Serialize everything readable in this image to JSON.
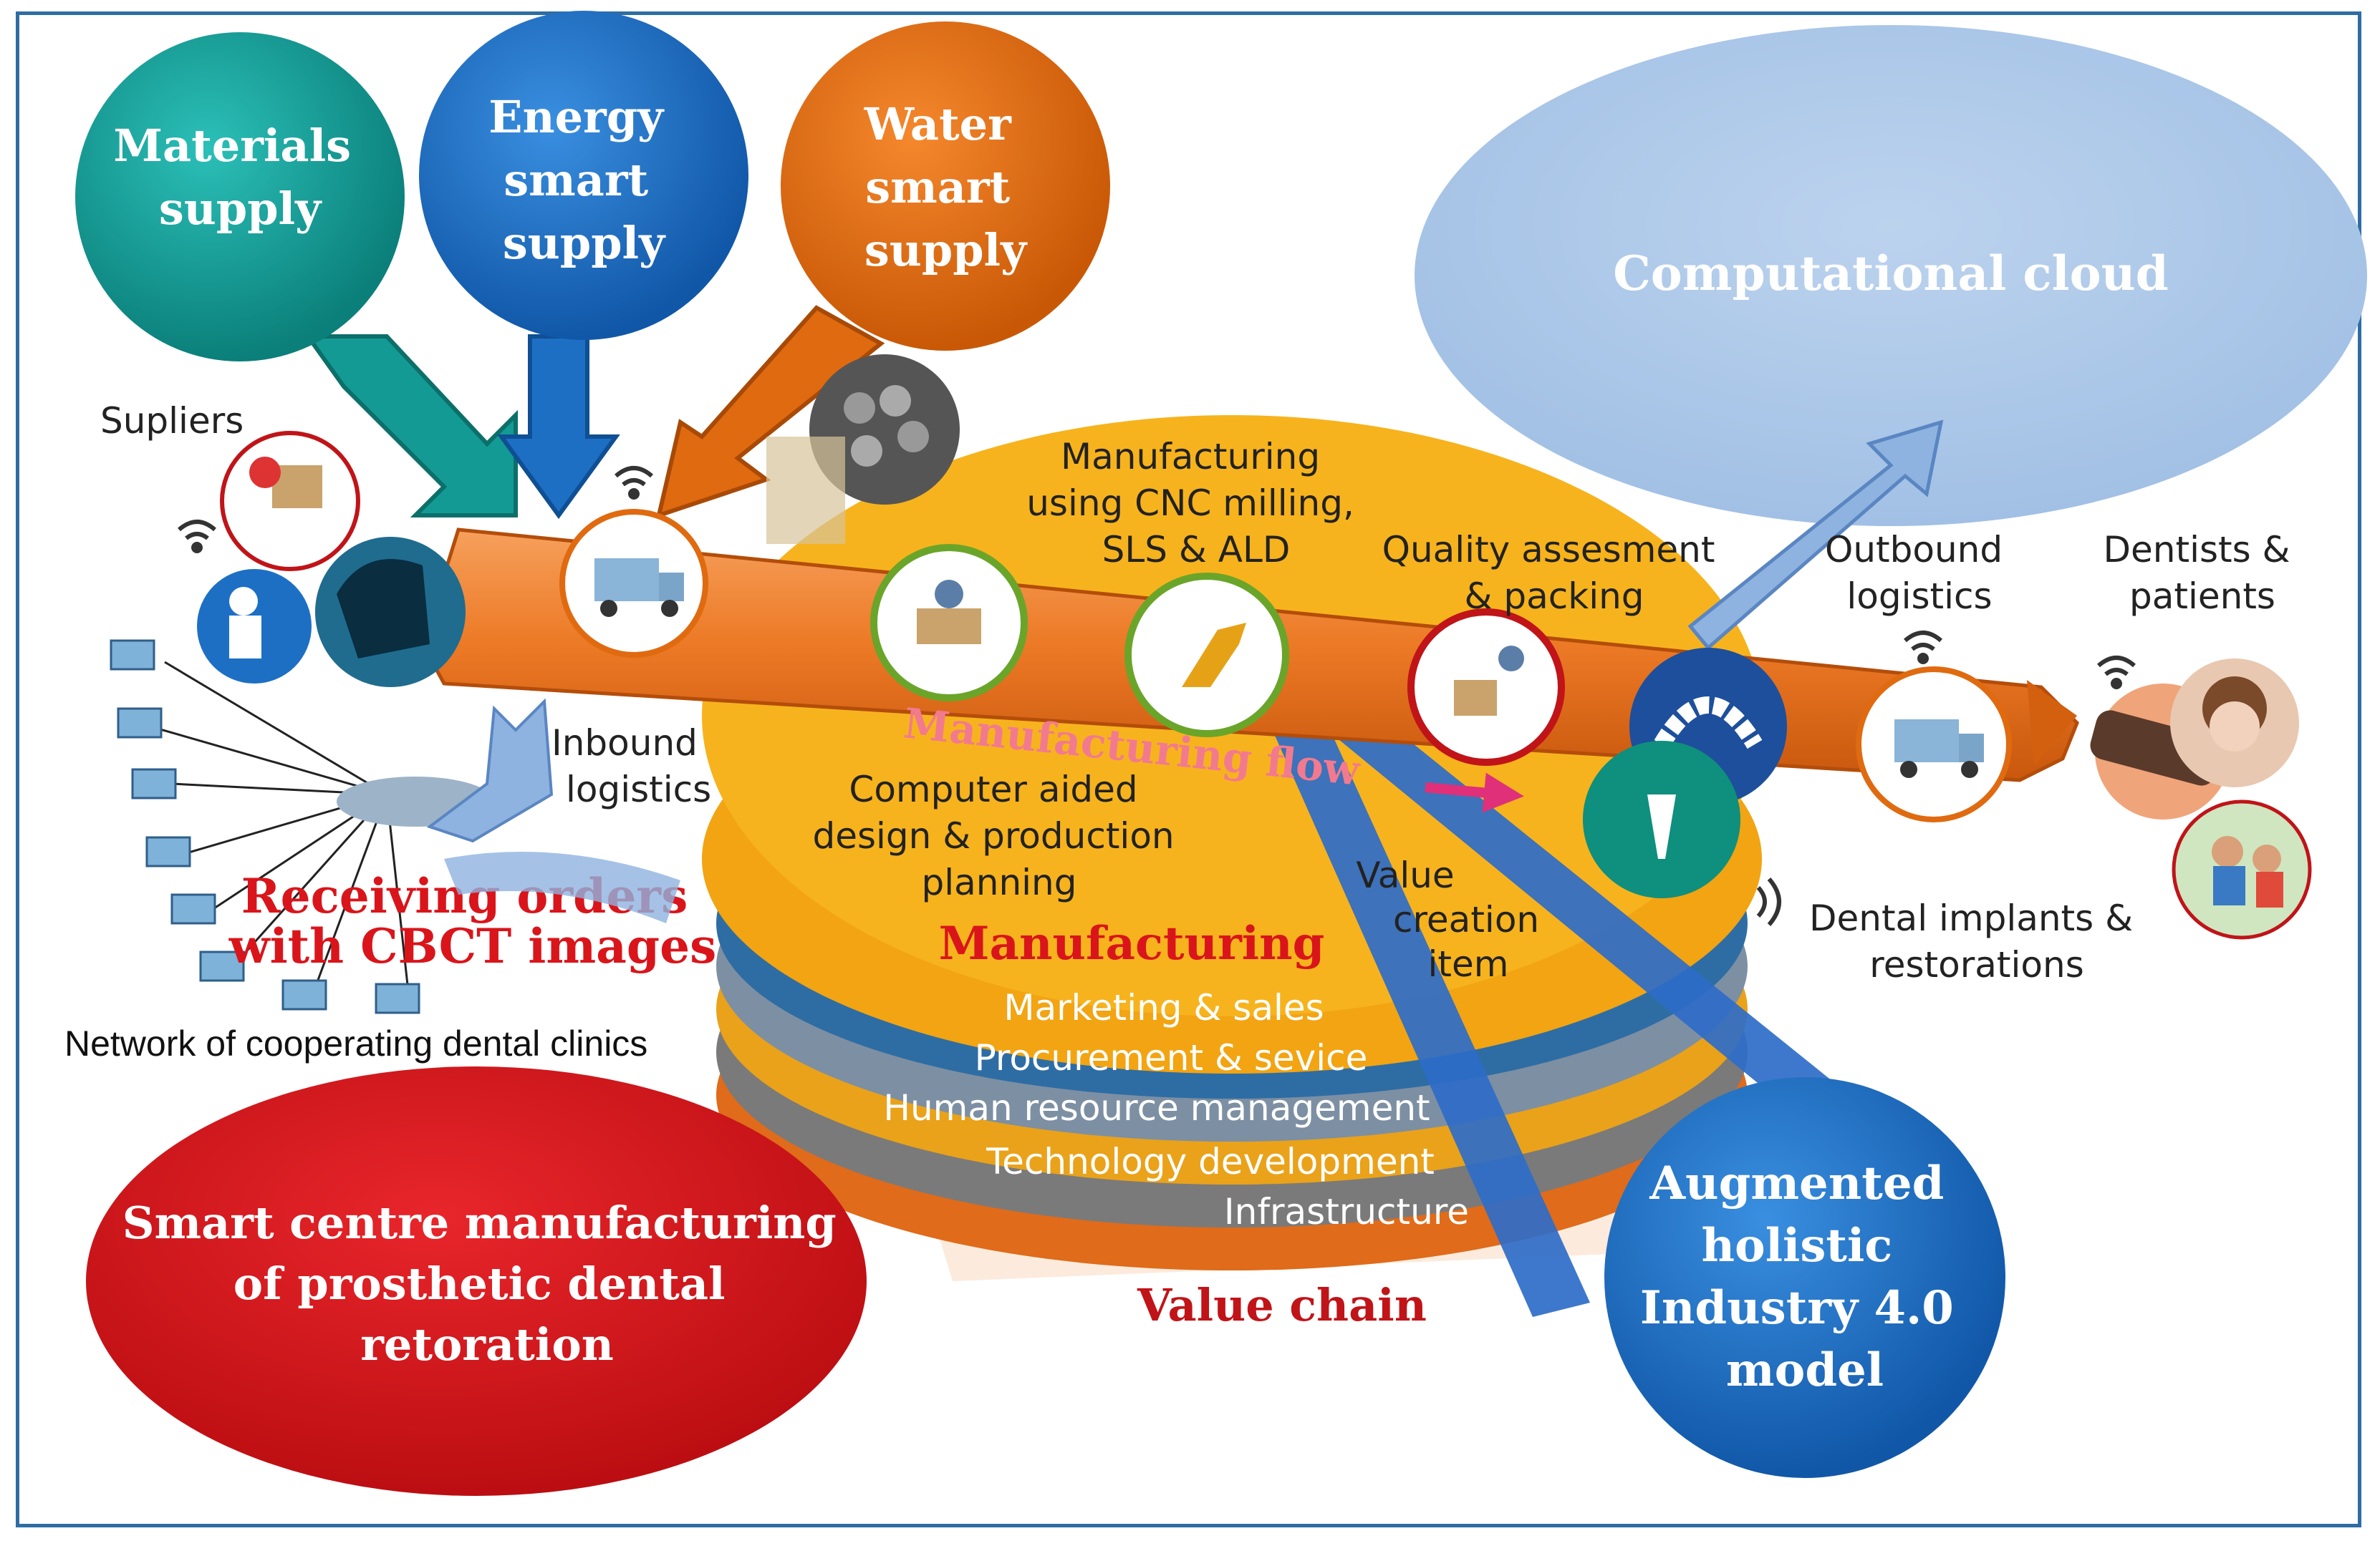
{
  "supply": {
    "materials": [
      "Materials",
      "supply"
    ],
    "energy": [
      "Energy",
      "smart",
      "supply"
    ],
    "water": [
      "Water",
      "smart",
      "supply"
    ]
  },
  "cloud": {
    "label": "Computational cloud"
  },
  "suppliers": {
    "label": "Supliers"
  },
  "flow": {
    "manufacturing_cnc": [
      "Manufacturing",
      "using CNC milling,",
      "SLS & ALD"
    ],
    "quality": [
      "Quality assesment",
      "& packing"
    ],
    "outbound": [
      "Outbound",
      "logistics"
    ],
    "dentists": [
      "Dentists &",
      "patients"
    ],
    "inbound": [
      "Inbound",
      "logistics"
    ],
    "cad": [
      "Computer aided",
      "design & production",
      "planning"
    ],
    "value_item": [
      "Value",
      "creation",
      "item"
    ],
    "implants": [
      "Dental implants &",
      "restorations"
    ],
    "manufacturing_flow": "Manufacturing flow"
  },
  "orders": [
    "Receiving orders",
    "with CBCT images"
  ],
  "network": {
    "label": "Network of cooperating  dental clinics"
  },
  "stack": {
    "manufacturing": "Manufacturing",
    "marketing": "Marketing & sales",
    "procurement": "Procurement & sevice",
    "hr": "Human resource management",
    "technology": "Technology development",
    "infrastructure": "Infrastructure",
    "value_chain": "Value chain"
  },
  "smart_centre": [
    "Smart centre manufacturing",
    "of prosthetic dental",
    "retoration"
  ],
  "augmented": [
    "Augmented",
    "holistic",
    "Industry 4.0",
    "model"
  ],
  "colors": {
    "frame": "#2e6da4",
    "teal": "#149a94",
    "blue": "#1d6fc4",
    "orange": "#e06a10",
    "cloud": "#a9c6e8",
    "red": "#d9151b",
    "yellow": "#f7b21a",
    "bar": "#e9701e"
  }
}
